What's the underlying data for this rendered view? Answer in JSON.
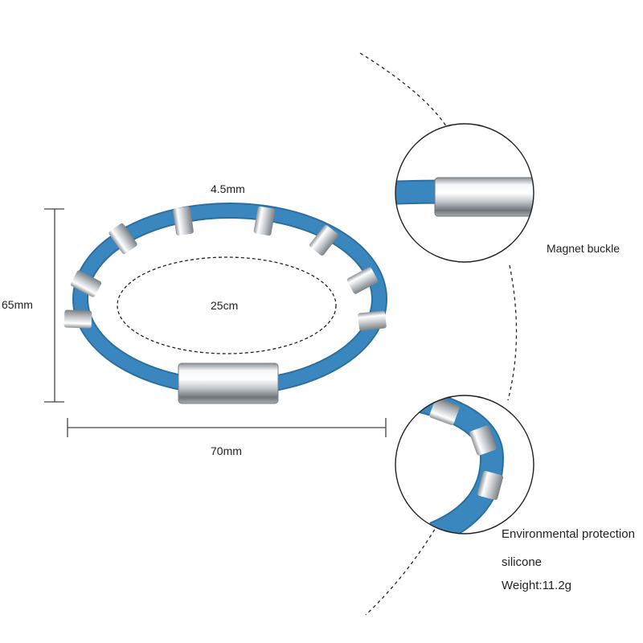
{
  "dimensions": {
    "height_label": "65mm",
    "width_label": "70mm",
    "thickness_label": "4.5mm",
    "circumference_label": "25cm"
  },
  "details": {
    "magnet_label": "Magnet buckle",
    "material_line1": "Environmental protection",
    "material_line2": "silicone",
    "weight_label": "Weight:11.2g"
  },
  "colors": {
    "band": "#3a87c0",
    "band_dark": "#2c6f9f",
    "metal": "#d9dcdf",
    "line": "#222222"
  }
}
